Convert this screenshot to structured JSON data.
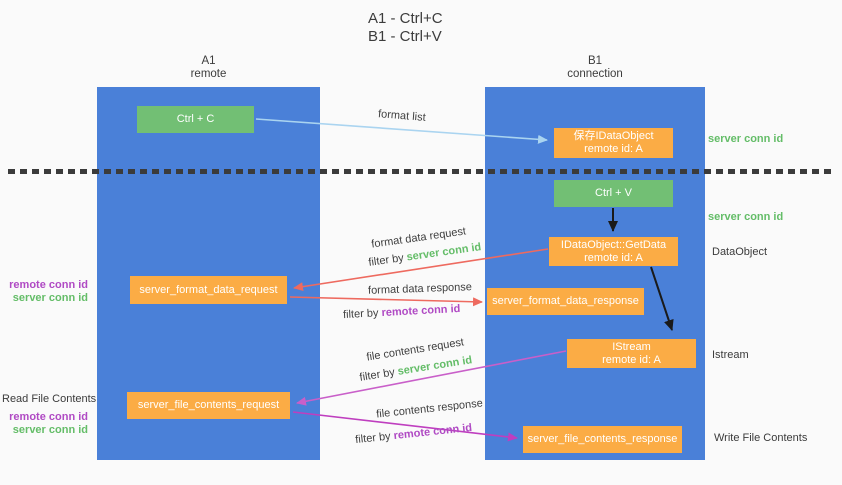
{
  "title": {
    "line1": "A1 - Ctrl+C",
    "line2": "B1 - Ctrl+V"
  },
  "columns": {
    "a1": {
      "name": "A1",
      "subtitle": "remote"
    },
    "b1": {
      "name": "B1",
      "subtitle": "connection"
    }
  },
  "boxes": {
    "ctrl_c": {
      "label": "Ctrl + C"
    },
    "ctrl_v": {
      "label": "Ctrl + V"
    },
    "save_idataobject": {
      "line1": "保存IDataObject",
      "line2": "remote id: A"
    },
    "idataobject_getdata": {
      "line1": "IDataObject::GetData",
      "line2": "remote id: A"
    },
    "istream": {
      "line1": "IStream",
      "line2": "remote id: A"
    },
    "server_format_data_request": {
      "label": "server_format_data_request"
    },
    "server_format_data_response": {
      "label": "server_format_data_response"
    },
    "server_file_contents_request": {
      "label": "server_file_contents_request"
    },
    "server_file_contents_response": {
      "label": "server_file_contents_response"
    }
  },
  "arrow_labels": {
    "format_list": "format list",
    "format_data_request": "format data request",
    "format_data_response": "format data response",
    "file_contents_request": "file contents request",
    "file_contents_response": "file contents response",
    "filter_by": "filter by",
    "server_conn_id": "server conn id",
    "remote_conn_id": "remote conn id"
  },
  "side_labels": {
    "server_conn_id": "server conn id",
    "remote_conn_id": "remote conn id",
    "dataobject": "DataObject",
    "istream": "Istream",
    "read_file_contents": "Read File Contents",
    "write_file_contents": "Write File Contents"
  },
  "colors": {
    "lifeline_blue": "#4a80d8",
    "box_green": "#72bf74",
    "box_orange": "#fbac45",
    "arrow_light_blue": "#aad4f0",
    "arrow_salmon": "#ee6a5f",
    "arrow_orchid": "#c95fc9",
    "arrow_magenta": "#bf3ebf",
    "arrow_black": "#1a1a1a",
    "label_green": "#64bd68",
    "label_purple": "#b04ac4",
    "text_dark": "#3c3c3c"
  }
}
